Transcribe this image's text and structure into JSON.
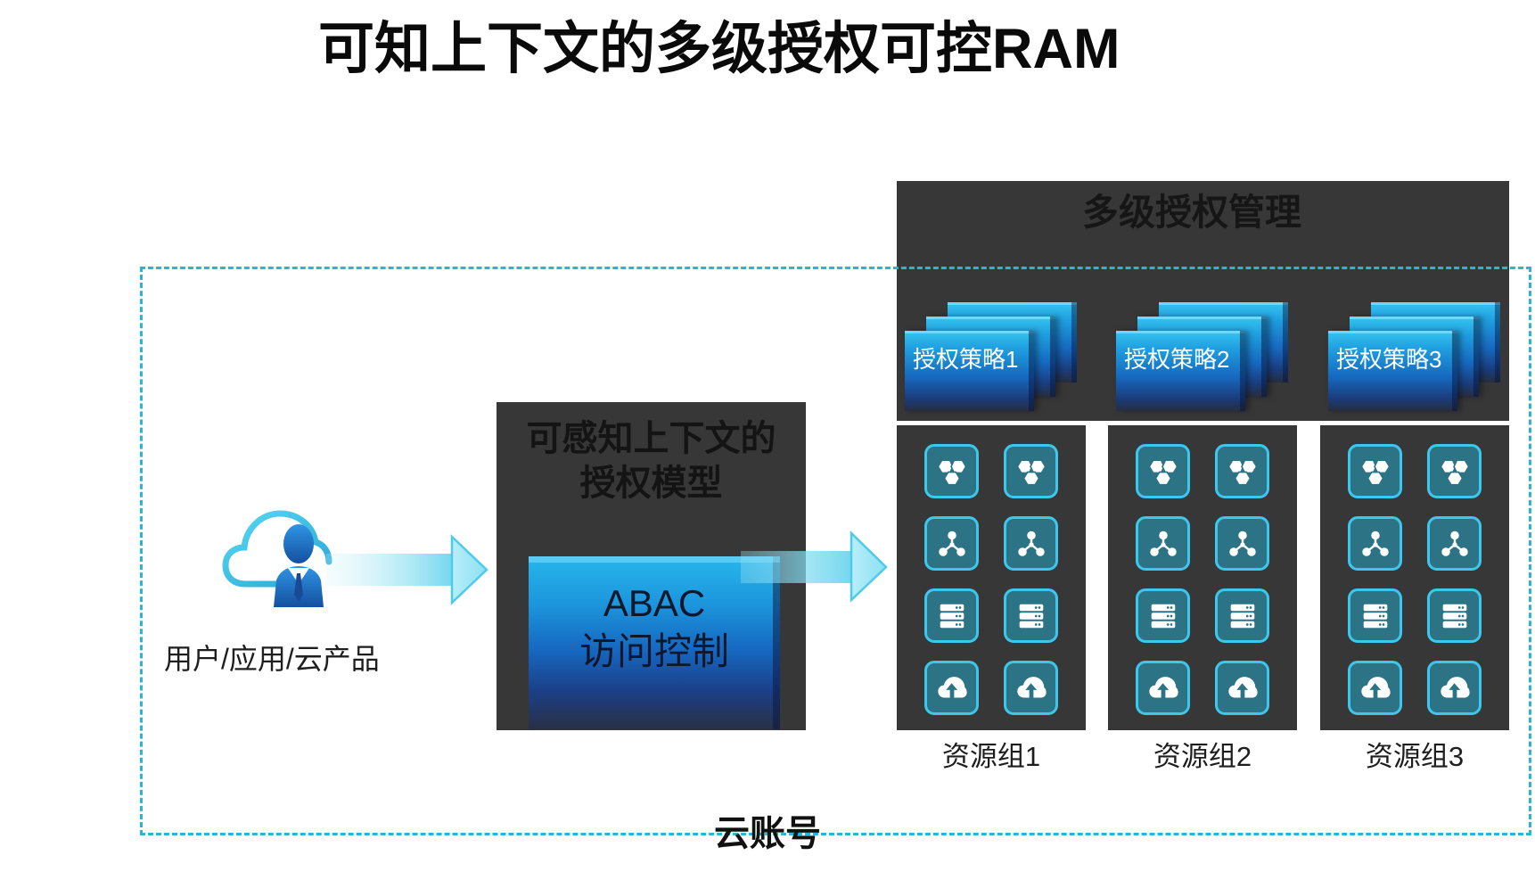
{
  "title": "可知上下文的多级授权可控RAM",
  "account": {
    "label": "云账号"
  },
  "requester": {
    "label": "用户/应用/云产品",
    "icon": "cloud-user-icon"
  },
  "context_model": {
    "title_lines": [
      "可感知上下文的",
      "授权模型"
    ],
    "abac": {
      "lines": [
        "ABAC",
        "访问控制"
      ]
    }
  },
  "multi_level_auth": {
    "title": "多级授权管理",
    "policies": [
      {
        "label": "授权策略1"
      },
      {
        "label": "授权策略2"
      },
      {
        "label": "授权策略3"
      }
    ]
  },
  "resource_groups": [
    {
      "label": "资源组1",
      "icons": [
        "hexagon-cluster-icon",
        "hexagon-cluster-icon",
        "network-nodes-icon",
        "network-nodes-icon",
        "server-stack-icon",
        "server-stack-icon",
        "cloud-upload-icon",
        "cloud-upload-icon"
      ]
    },
    {
      "label": "资源组2",
      "icons": [
        "hexagon-cluster-icon",
        "hexagon-cluster-icon",
        "network-nodes-icon",
        "network-nodes-icon",
        "server-stack-icon",
        "server-stack-icon",
        "cloud-upload-icon",
        "cloud-upload-icon"
      ]
    },
    {
      "label": "资源组3",
      "icons": [
        "hexagon-cluster-icon",
        "hexagon-cluster-icon",
        "network-nodes-icon",
        "network-nodes-icon",
        "server-stack-icon",
        "server-stack-icon",
        "cloud-upload-icon",
        "cloud-upload-icon"
      ]
    }
  ],
  "colors": {
    "boundary_dashed": "#2bb4d8",
    "panel_dark": "#373737",
    "tile_fill": "#2c7386",
    "tile_border": "#3ec7ec",
    "policy_blue": "#1f9fe0",
    "arrow_cyan": "#4fcbe8"
  }
}
